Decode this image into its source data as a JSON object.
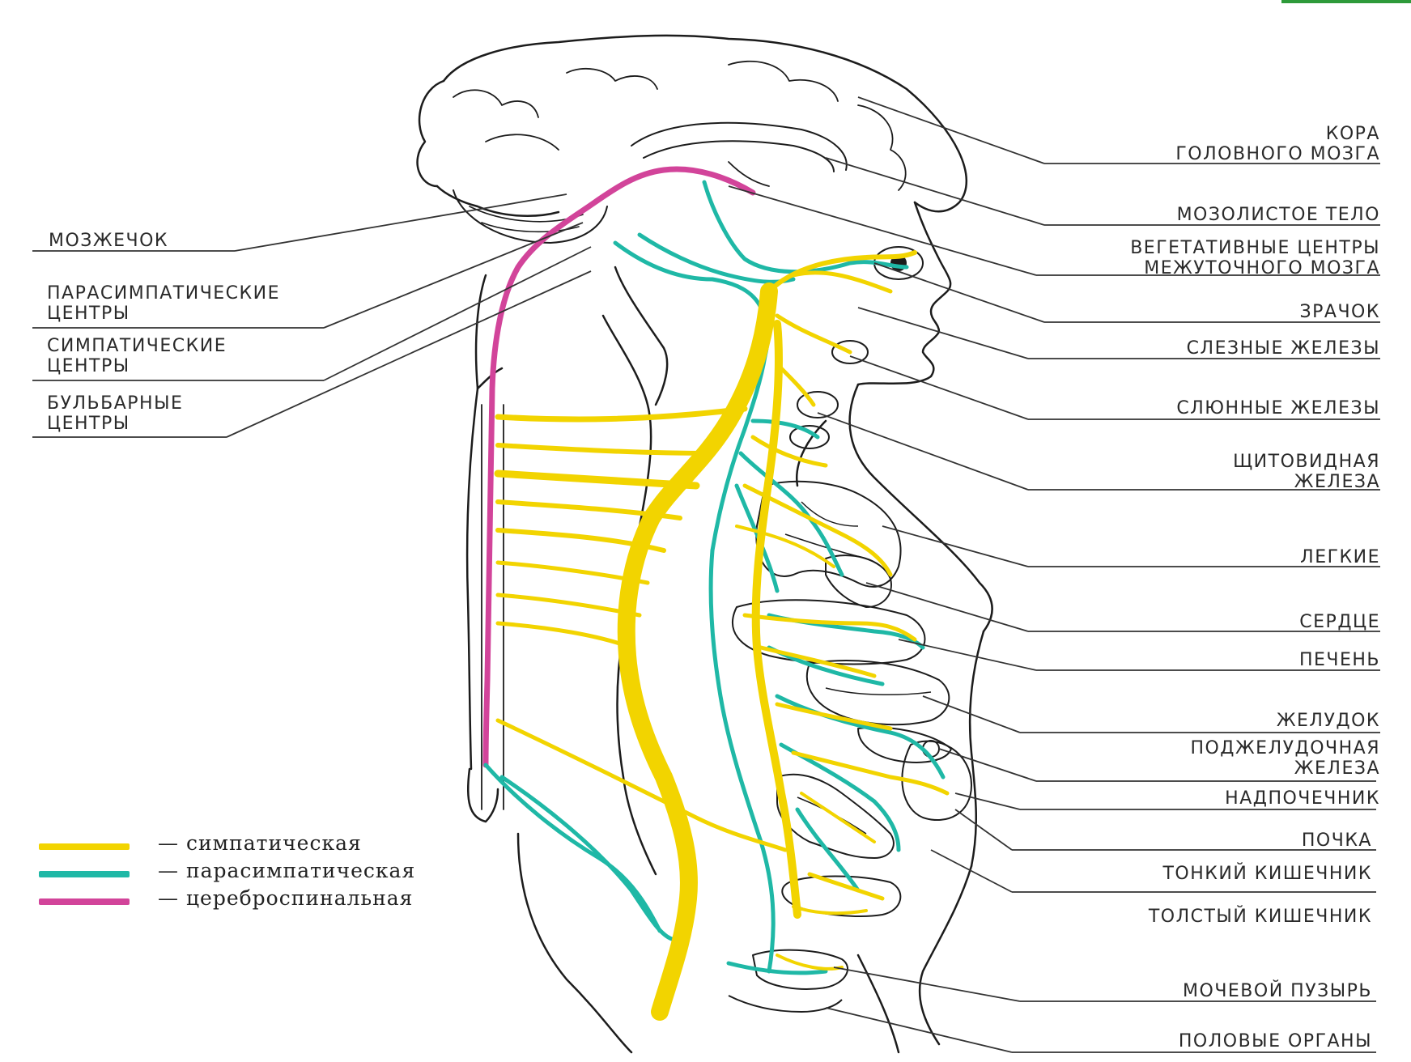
{
  "labels_left": [
    {
      "id": "mozzhechok",
      "text": "МОЗЖЕЧОК"
    },
    {
      "id": "parasimp-centers",
      "text": "ПАРАСИМПАТИЧЕСКИЕ\nЦЕНТРЫ"
    },
    {
      "id": "simp-centers",
      "text": "СИМПАТИЧЕСКИЕ\nЦЕНТРЫ"
    },
    {
      "id": "bulbar-centers",
      "text": "БУЛЬБАРНЫЕ\nЦЕНТРЫ"
    }
  ],
  "labels_right": [
    {
      "id": "kora",
      "text": "КОРА\nГОЛОВНОГО МОЗГА"
    },
    {
      "id": "mozolistoe",
      "text": "МОЗОЛИСТОЕ ТЕЛО"
    },
    {
      "id": "veget-centers",
      "text": "ВЕГЕТАТИВНЫЕ ЦЕНТРЫ\nМЕЖУТОЧНОГО МОЗГА"
    },
    {
      "id": "zrachok",
      "text": "ЗРАЧОК"
    },
    {
      "id": "sleznye",
      "text": "СЛЕЗНЫЕ ЖЕЛЕЗЫ"
    },
    {
      "id": "slyunnye",
      "text": "СЛЮННЫЕ ЖЕЛЕЗЫ"
    },
    {
      "id": "shchitovidnaya",
      "text": "ЩИТОВИДНАЯ\nЖЕЛЕЗА"
    },
    {
      "id": "legkie",
      "text": "ЛЕГКИЕ"
    },
    {
      "id": "serdtse",
      "text": "СЕРДЦЕ"
    },
    {
      "id": "pechen",
      "text": "ПЕЧЕНЬ"
    },
    {
      "id": "zheludok",
      "text": "ЖЕЛУДОК"
    },
    {
      "id": "podzheludochnaya",
      "text": "ПОДЖЕЛУДОЧНАЯ\nЖЕЛЕЗА"
    },
    {
      "id": "nadpochechnik",
      "text": "НАДПОЧЕЧНИК"
    },
    {
      "id": "pochka",
      "text": "ПОЧКА"
    },
    {
      "id": "tonkiy",
      "text": "ТОНКИЙ КИШЕЧНИК"
    },
    {
      "id": "tolstyy",
      "text": "ТОЛСТЫЙ КИШЕЧНИК"
    },
    {
      "id": "mochevoy",
      "text": "МОЧЕВОЙ ПУЗЫРЬ"
    },
    {
      "id": "polovye",
      "text": "ПОЛОВЫЕ ОРГАНЫ"
    }
  ],
  "legend": [
    {
      "id": "simp",
      "text": "— симпатическая",
      "color": "#f2d400"
    },
    {
      "id": "parasimp",
      "text": "— парасимпатическая",
      "color": "#1fb8a6"
    },
    {
      "id": "cerebro",
      "text": "— цереброспинальная",
      "color": "#d2449a"
    }
  ],
  "colors": {
    "sympathetic": "#f2d400",
    "parasympathetic": "#1fb8a6",
    "cerebrospinal": "#d2449a",
    "outline": "#1c1c1c",
    "leader": "#333333",
    "corner": "#2e9a3a"
  }
}
